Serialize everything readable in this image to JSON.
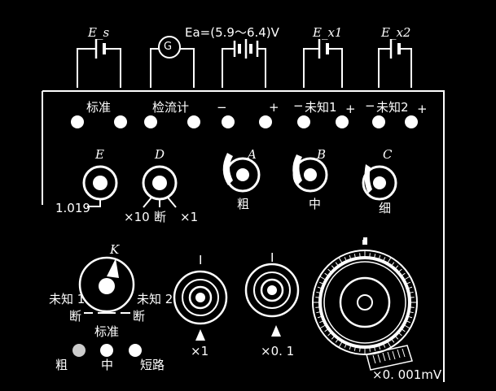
{
  "top_sources": {
    "es": "E_s",
    "galvanometer": "G",
    "ea": "Ea=(5.9～6.4)V",
    "ex1": "E_x1",
    "ex2": "E_x2"
  },
  "terminals": {
    "standard": "标准",
    "galvanometer": "检流计",
    "unknown1": "未知1",
    "unknown2": "未知2",
    "minus": "−",
    "plus": "+"
  },
  "knobs_row1": {
    "e_letter": "E",
    "e_value": "1.019",
    "d_letter": "D",
    "d_left": "×10",
    "d_mid": "断",
    "d_right": "×1",
    "a_letter": "A",
    "a_label": "粗",
    "b_letter": "B",
    "b_label": "中",
    "c_letter": "C",
    "c_label": "细"
  },
  "switch_k": {
    "letter": "K",
    "left": "未知 1",
    "right": "未知 2",
    "off_left": "断",
    "off_right": "断",
    "bottom": "标准"
  },
  "dials": {
    "dial1_roman": "I",
    "dial1_mult": "×1",
    "dial2_roman": "I",
    "dial2_mult": "×0. 1",
    "dial3_roman": "I",
    "dial3_mult": "×0. 001mV"
  },
  "buttons": {
    "coarse": "粗",
    "medium": "中",
    "short": "短路"
  }
}
